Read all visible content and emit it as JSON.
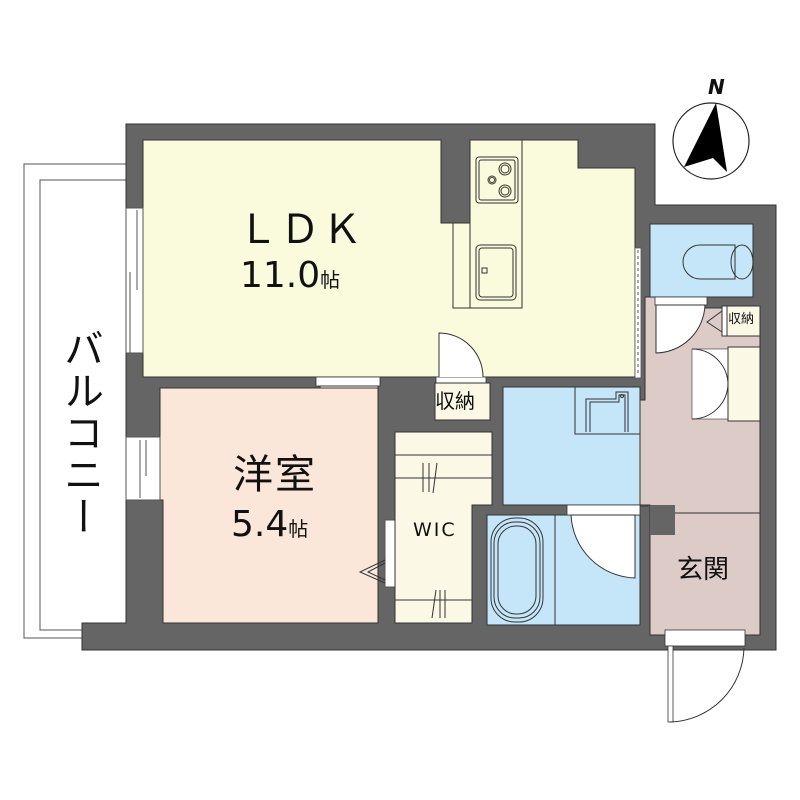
{
  "floorplan": {
    "type": "apartment floor plan (1LDK)",
    "colors": {
      "wall": "#656565",
      "ldk": "#fafadc",
      "bedroom": "#fbe6da",
      "wet_area": "#c5e6f8",
      "entrance_hall": "#dccbc6",
      "storage": "#fbf9e6",
      "balcony": "#ffffff"
    },
    "compass": {
      "label": "N"
    },
    "rooms": [
      {
        "id": "ldk",
        "name": "ＬＤＫ",
        "size_value": "11.0",
        "size_unit": "帖"
      },
      {
        "id": "western_room",
        "name": "洋室",
        "size_value": "5.4",
        "size_unit": "帖"
      },
      {
        "id": "balcony",
        "name": "バルコニー"
      },
      {
        "id": "wic",
        "name": "WIC"
      },
      {
        "id": "storage_center",
        "name": "収納"
      },
      {
        "id": "storage_hall",
        "name": "収納"
      },
      {
        "id": "entrance",
        "name": "玄関"
      },
      {
        "id": "washroom",
        "name": ""
      },
      {
        "id": "bathroom",
        "name": ""
      },
      {
        "id": "toilet",
        "name": ""
      }
    ]
  }
}
